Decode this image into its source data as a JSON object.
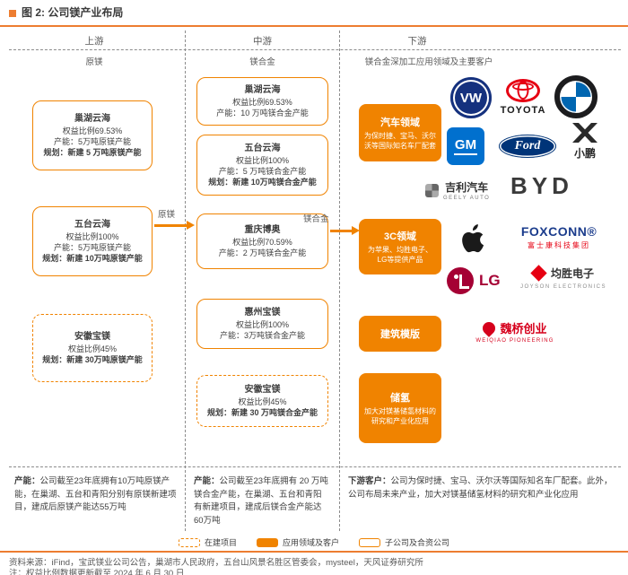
{
  "figure": {
    "title": "图 2: 公司镁产业布局",
    "source": "资料来源：iFind，宝武镁业公司公告，巢湖市人民政府，五台山风景名胜区管委会，mysteel，天风证券研究所",
    "note": "注：权益比例数据更新截至 2024 年 6 月 30 日"
  },
  "colors": {
    "accent_fill": "#F08300",
    "accent_rule": "#ED7D31"
  },
  "stages": {
    "up": "上游",
    "mid": "中游",
    "down": "下游"
  },
  "headers": {
    "up": "原镁",
    "mid": "镁合金",
    "down": "镁合金深加工应用领域及主要客户"
  },
  "arrows": {
    "raw": "原镁",
    "alloy": "镁合金"
  },
  "up": [
    {
      "name": "巢湖云海",
      "equity": "权益比例69.53%",
      "capacity": "产能：5万吨原镁产能",
      "plan": "规划：新建 5 万吨原镁产能"
    },
    {
      "name": "五台云海",
      "equity": "权益比例100%",
      "capacity": "产能：5万吨原镁产能",
      "plan": "规划：新建 10万吨原镁产能"
    },
    {
      "name": "安徽宝镁",
      "equity": "权益比例45%",
      "plan": "规划：新建 30万吨原镁产能"
    }
  ],
  "mid": [
    {
      "name": "巢湖云海",
      "equity": "权益比例69.53%",
      "capacity": "产能：10 万吨镁合金产能"
    },
    {
      "name": "五台云海",
      "equity": "权益比例100%",
      "capacity": "产能：5 万吨镁合金产能",
      "plan": "规划：新建 10万吨镁合金产能"
    },
    {
      "name": "重庆博奥",
      "equity": "权益比例70.59%",
      "capacity": "产能：2 万吨镁合金产能"
    },
    {
      "name": "惠州宝镁",
      "equity": "权益比例100%",
      "capacity": "产能：3万吨镁合金产能"
    },
    {
      "name": "安徽宝镁",
      "equity": "权益比例45%",
      "plan": "规划：新建 30 万吨镁合金产能"
    }
  ],
  "apps": [
    {
      "title": "汽车领域",
      "desc": "为保时捷、宝马、沃尔沃等国际知名车厂配套"
    },
    {
      "title": "3C领域",
      "desc": "为苹果、均胜电子、LG等提供产品"
    },
    {
      "title": "建筑模版",
      "desc": ""
    },
    {
      "title": "储氢",
      "desc": "加大对镁基储氢材料的研究和产业化应用"
    }
  ],
  "logos": {
    "vw": {
      "text": "VW"
    },
    "toyota": {
      "text": "TOYOTA"
    },
    "gm": {
      "text": "GM"
    },
    "ford": {
      "text": "Ford"
    },
    "xpeng": {
      "text": "小鹏"
    },
    "geely": {
      "text": "吉利汽车",
      "sub": "GEELY AUTO"
    },
    "byd": {
      "text": "BYD"
    },
    "foxconn": {
      "text": "FOXCONN®",
      "sub": "富士康科技集团"
    },
    "lg": {
      "text": "LG"
    },
    "joyson": {
      "text": "均胜电子",
      "sub": "JOYSON ELECTRONICS"
    },
    "weiqiao": {
      "text": "魏桥创业",
      "sub": "WEIQIAO PIONEERING"
    }
  },
  "summaries": {
    "up_label": "产能：",
    "up_text": "公司截至23年底拥有10万吨原镁产能，在巢湖、五台和青阳分别有原镁新建项目，建成后原镁产能达55万吨",
    "mid_label": "产能：",
    "mid_text": "公司截至23年底拥有 20 万吨镁合金产能，在巢湖、五台和青阳有新建项目，建成后镁合金产能达60万吨",
    "down_label": "下游客户：",
    "down_text": "公司为保时捷、宝马、沃尔沃等国际知名车厂配套。此外，公司布局未来产业，加大对镁基储氢材料的研究和产业化应用"
  },
  "legend": [
    {
      "label": "在建项目"
    },
    {
      "label": "应用领域及客户"
    },
    {
      "label": "子公司及合资公司"
    }
  ]
}
